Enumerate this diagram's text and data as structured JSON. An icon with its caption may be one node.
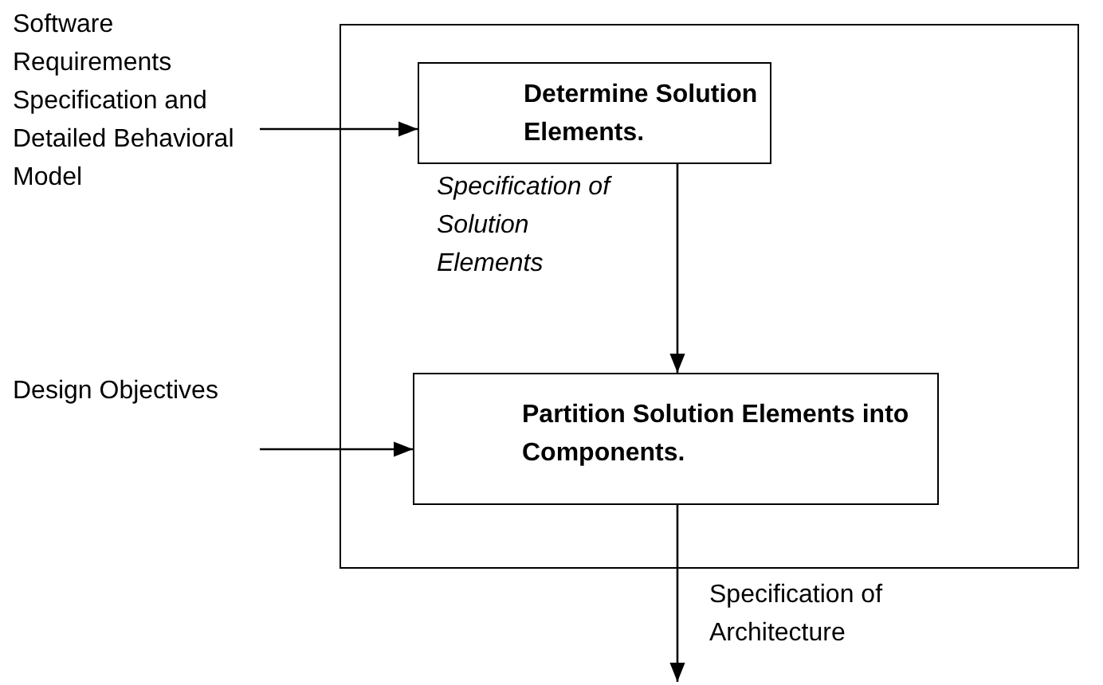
{
  "diagram": {
    "nodes": [
      {
        "text": [],
        "shape": "box"
      },
      {
        "text": [
          "Determine Solution Elements."
        ],
        "in": 0
      },
      {
        "text": [
          "Partition Solution Elements into Components."
        ],
        "in": 0
      },
      {
        "text": [
          "Software Requirements Specification and Detailed Behavioral Model"
        ]
      },
      {
        "text": [
          "Design Objectives"
        ]
      }
    ],
    "edges": [
      {
        "from": 3,
        "to": 1,
        "arrow": "to"
      },
      {
        "from": 4,
        "to": 2,
        "arrow": "to"
      },
      {
        "from": 1,
        "to": 2,
        "arrow": "to",
        "label": "Specification of Solution Elements"
      },
      {
        "from": 2,
        "to": null,
        "arrow": "to",
        "label": "Specification of Architecture"
      }
    ]
  }
}
